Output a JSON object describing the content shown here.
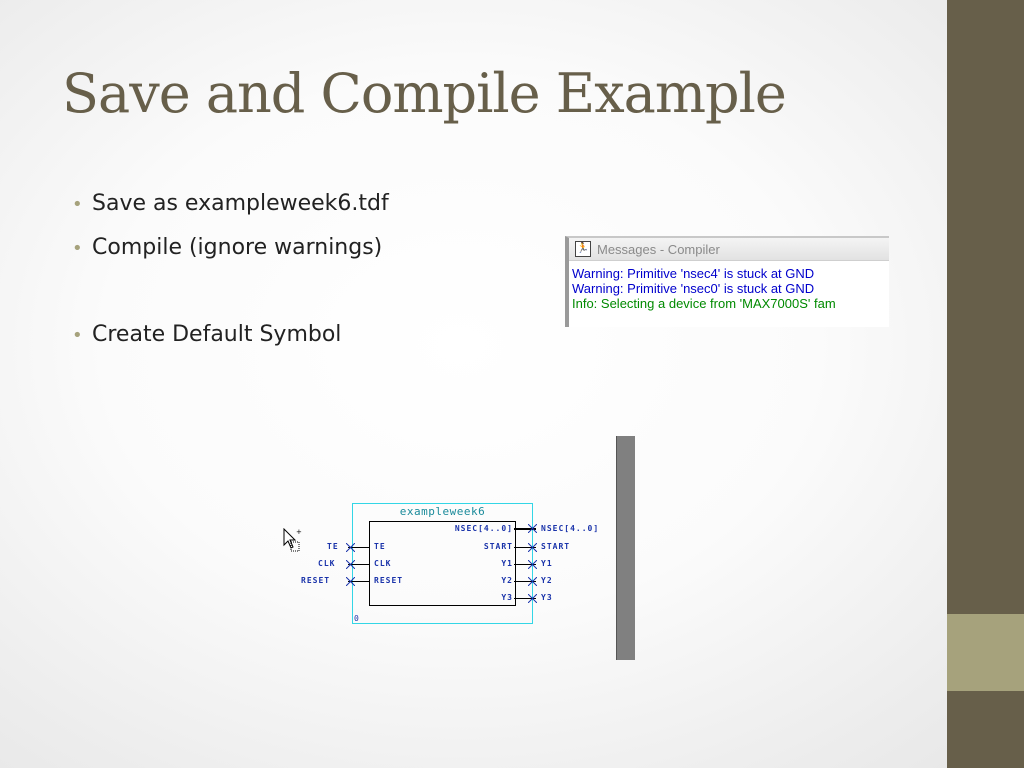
{
  "slide": {
    "title": "Save and Compile Example",
    "bullets": [
      "Save as exampleweek6.tdf",
      "Compile (ignore warnings)",
      "Create Default Symbol"
    ]
  },
  "messages_window": {
    "title": "Messages - Compiler",
    "lines": [
      {
        "type": "warning",
        "text": "Warning: Primitive 'nsec4' is stuck at GND"
      },
      {
        "type": "warning",
        "text": "Warning: Primitive 'nsec0' is stuck at GND"
      },
      {
        "type": "info",
        "text": "Info: Selecting a device from 'MAX7000S' fam"
      }
    ]
  },
  "symbol": {
    "name": "exampleweek6",
    "inputs_outside": [
      "TE",
      "CLK",
      "RESET"
    ],
    "inputs_inside": [
      "TE",
      "CLK",
      "RESET"
    ],
    "outputs_inside": [
      "NSEC[4..0]",
      "START",
      "Y1",
      "Y2",
      "Y3"
    ],
    "outputs_outside": [
      "NSEC[4..0]",
      "START",
      "Y1",
      "Y2",
      "Y3"
    ],
    "corner_label": "0"
  },
  "colors": {
    "theme_dark": "#675f4a",
    "theme_light": "#a6a27c",
    "warning": "#0000cc",
    "info": "#008a00",
    "symbol_outline": "#33d6e6"
  }
}
